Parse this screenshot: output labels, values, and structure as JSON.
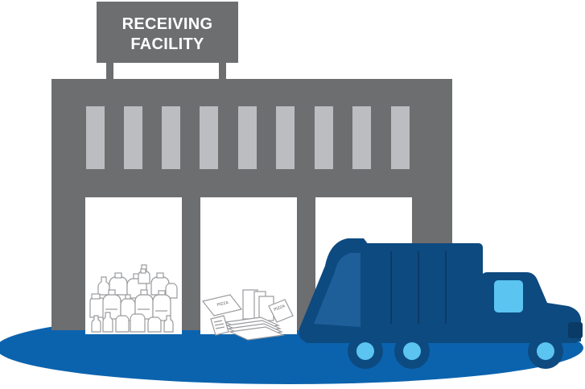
{
  "sign": {
    "line1": "RECEIVING",
    "line2": "FACILITY"
  },
  "labels": {
    "box_left": "PIZZA",
    "box_right": "PIZZA"
  },
  "colors": {
    "building": "#6d6e70",
    "window": "#bcbdc0",
    "ground": "#0b63ae",
    "truck_body": "#0d4a80",
    "truck_dark": "#0a3a66",
    "truck_light": "#1e5f9a",
    "truck_window": "#5bc4f1",
    "wheel_rim": "#5bc4f1"
  },
  "icons": [
    "building-icon",
    "garbage-truck-icon",
    "bottles-icon",
    "paper-icon"
  ]
}
